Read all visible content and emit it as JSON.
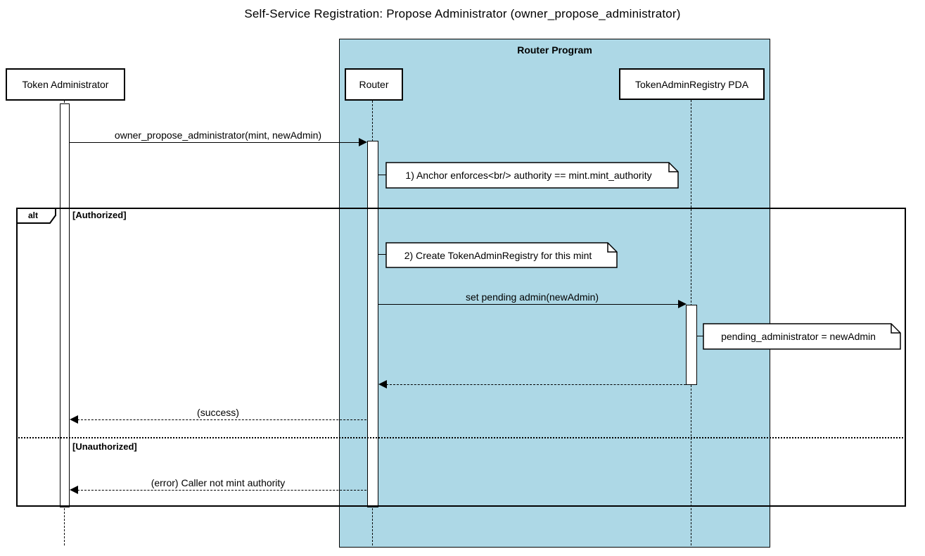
{
  "diagram": {
    "title": "Self-Service Registration: Propose Administrator (owner_propose_administrator)",
    "program_box": {
      "label": "Router Program"
    },
    "participants": [
      {
        "label": "Token Administrator"
      },
      {
        "label": "Router"
      },
      {
        "label": "TokenAdminRegistry PDA"
      }
    ],
    "messages": [
      {
        "label": "owner_propose_administrator(mint, newAdmin)",
        "type": "solid",
        "from": "Token Administrator",
        "to": "Router"
      },
      {
        "label": "set pending admin(newAdmin)",
        "type": "solid",
        "from": "Router",
        "to": "TokenAdminRegistry PDA"
      },
      {
        "label": "",
        "type": "dashed-return",
        "from": "TokenAdminRegistry PDA",
        "to": "Router"
      },
      {
        "label": "(success)",
        "type": "dashed-return",
        "from": "Router",
        "to": "Token Administrator"
      },
      {
        "label": "(error) Caller not mint authority",
        "type": "dashed-return",
        "from": "Router",
        "to": "Token Administrator"
      }
    ],
    "notes": [
      {
        "text": "1) Anchor enforces<br/> authority == mint.mint_authority"
      },
      {
        "text": "2) Create TokenAdminRegistry for this mint"
      },
      {
        "text": "pending_administrator = newAdmin"
      }
    ],
    "alt": {
      "operator": "alt",
      "branches": [
        "[Authorized]",
        "[Unauthorized]"
      ]
    },
    "colors": {
      "program_box_bg": "#add8e6",
      "border": "#000000",
      "note_bg": "#ffffff",
      "actor_bg": "#ffffff",
      "text": "#000000"
    }
  }
}
